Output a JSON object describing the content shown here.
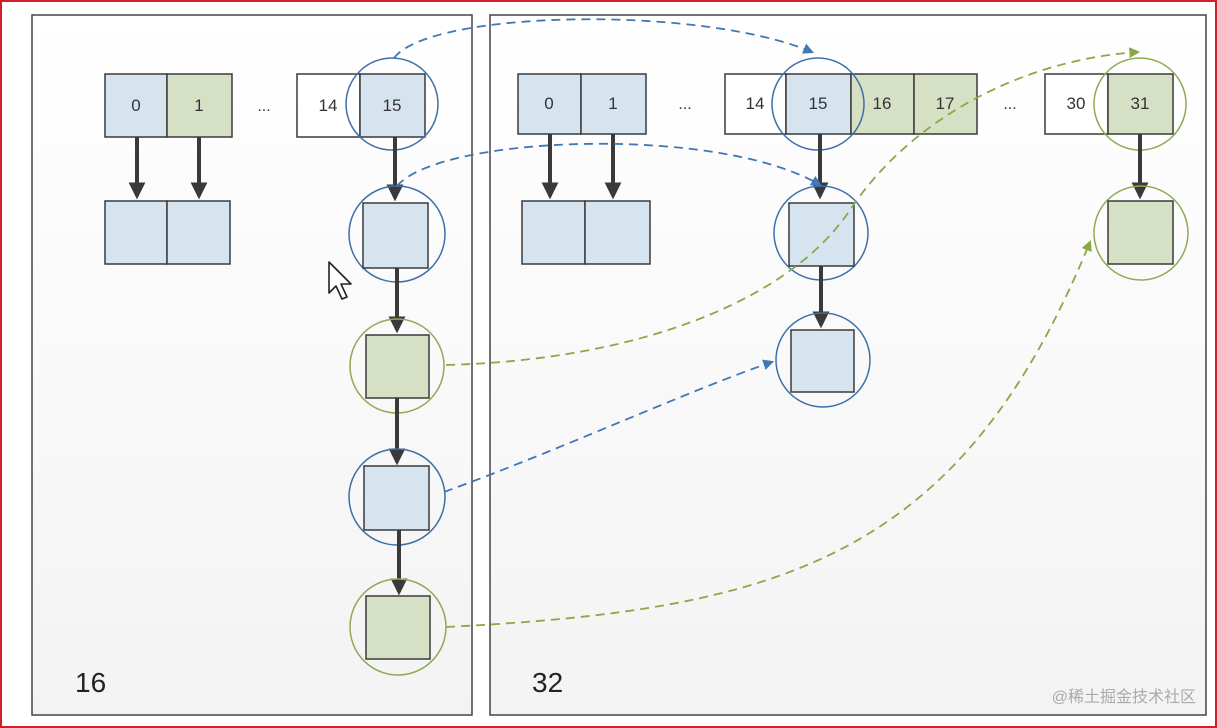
{
  "colors": {
    "frame_border": "#d0202a",
    "panel_border": "#444444",
    "cell_blue": "#d6e4f0",
    "cell_green": "#d6e0c4",
    "cell_white": "#ffffff",
    "cell_stroke": "#3a3a3a",
    "ring_blue": "#3f6fa8",
    "ring_green": "#8faa55",
    "arrow_solid": "#3a3a3a",
    "dash_blue": "#3f78b4",
    "dash_green": "#8aa848"
  },
  "left_panel": {
    "capacity_label": "16",
    "cells": [
      {
        "label": "0",
        "color": "blue"
      },
      {
        "label": "1",
        "color": "green"
      },
      {
        "label": "...",
        "color": "none"
      },
      {
        "label": "14",
        "color": "white"
      },
      {
        "label": "15",
        "color": "blue"
      }
    ]
  },
  "right_panel": {
    "capacity_label": "32",
    "cells": [
      {
        "label": "0",
        "color": "blue"
      },
      {
        "label": "1",
        "color": "blue"
      },
      {
        "label": "...",
        "color": "none"
      },
      {
        "label": "14",
        "color": "white"
      },
      {
        "label": "15",
        "color": "blue"
      },
      {
        "label": "16",
        "color": "green"
      },
      {
        "label": "17",
        "color": "green"
      },
      {
        "label": "...",
        "color": "none"
      },
      {
        "label": "30",
        "color": "white"
      },
      {
        "label": "31",
        "color": "green"
      }
    ]
  },
  "watermark": "@稀土掘金技术社区"
}
